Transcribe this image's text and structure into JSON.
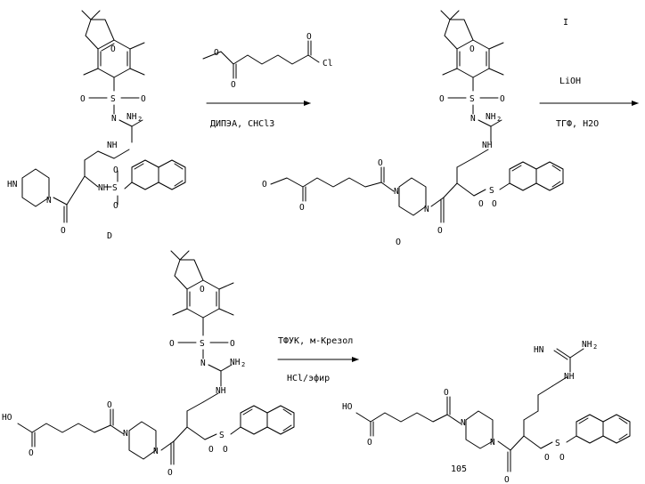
{
  "scheme": {
    "compound_labels": {
      "start": "D",
      "step1_product": "O",
      "step2_product": "I",
      "final": "105"
    },
    "arrow1": {
      "above": "",
      "below": "ДИПЭА, CHCl3"
    },
    "arrow2": {
      "above": "LiOH",
      "below": "ТГФ, H2O"
    },
    "arrow3": {
      "above": "ТФУК, м-Крезол",
      "below": "HCl/эфир"
    },
    "reagent": {
      "acyl_chloride": "Cl"
    },
    "atoms": {
      "O": "O",
      "S": "S",
      "N": "N",
      "NH": "NH",
      "HN": "HN",
      "NH2_main": "NH",
      "NH2_sub": "2",
      "HO": "HO"
    }
  }
}
